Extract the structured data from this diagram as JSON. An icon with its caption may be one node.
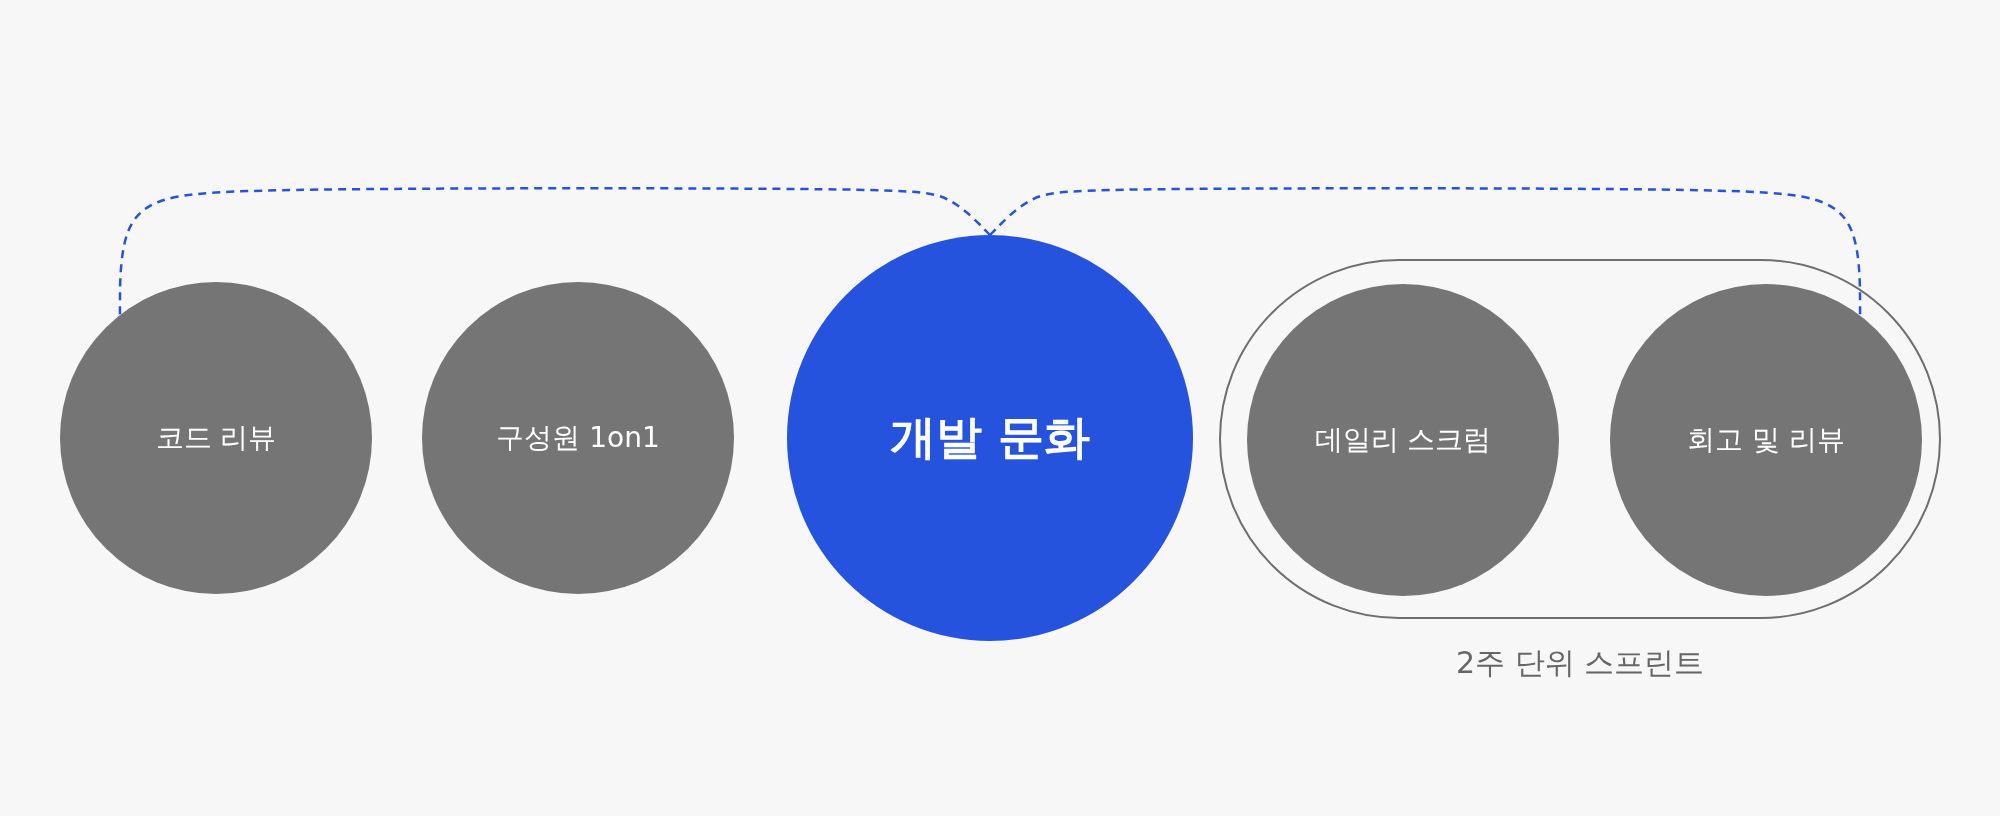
{
  "diagram": {
    "nodes": [
      {
        "text": [
          "코드 리뷰"
        ]
      },
      {
        "text": [
          "구성원 1on1"
        ]
      },
      {
        "text": [
          "개발 문화"
        ]
      },
      {
        "text": [
          "2주 단위 스프린트"
        ]
      },
      {
        "text": [
          "데일리 스크럼"
        ],
        "in": 3
      },
      {
        "text": [
          "회고 및 리뷰"
        ],
        "in": 3
      }
    ],
    "edges": [
      {
        "from": 2,
        "to": 0,
        "arrow": "none",
        "style": "dashed"
      },
      {
        "from": 2,
        "to": 5,
        "arrow": "none",
        "style": "dashed"
      }
    ]
  }
}
